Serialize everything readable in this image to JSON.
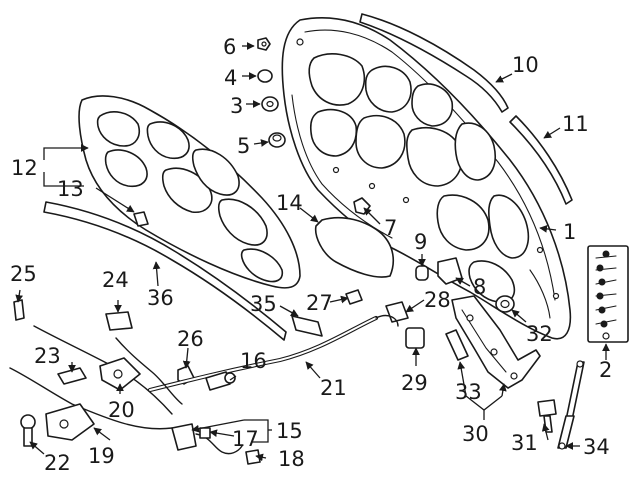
{
  "callouts": {
    "c1": "1",
    "c2": "2",
    "c3": "3",
    "c4": "4",
    "c5": "5",
    "c6": "6",
    "c7": "7",
    "c8": "8",
    "c9": "9",
    "c10": "10",
    "c11": "11",
    "c12": "12",
    "c13": "13",
    "c14": "14",
    "c15": "15",
    "c16": "16",
    "c17": "17",
    "c18": "18",
    "c19": "19",
    "c20": "20",
    "c21": "21",
    "c22": "22",
    "c23": "23",
    "c24": "24",
    "c25": "25",
    "c26": "26",
    "c27": "27",
    "c28": "28",
    "c29": "29",
    "c30": "30",
    "c31": "31",
    "c32": "32",
    "c33": "33",
    "c34": "34",
    "c35": "35",
    "c36": "36"
  },
  "colors": {
    "ink": "#1a1a1a",
    "paper": "#ffffff"
  }
}
